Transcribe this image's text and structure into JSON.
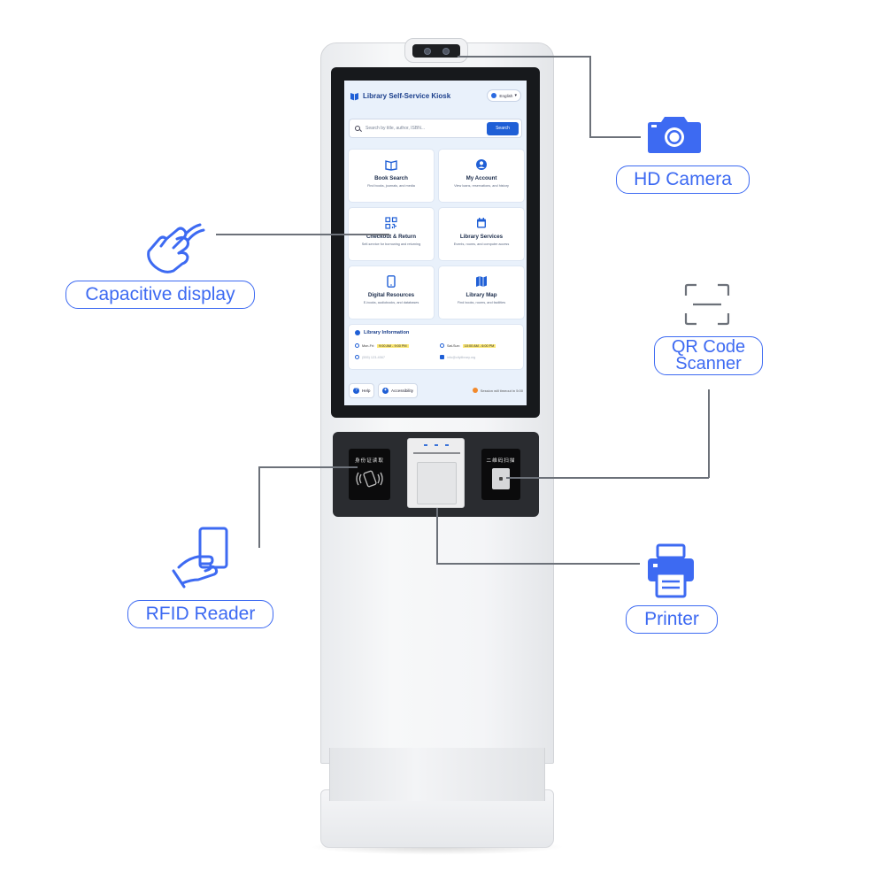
{
  "kiosk_screen": {
    "app_title": "Library Self-Service Kiosk",
    "language": "English",
    "search": {
      "placeholder": "Search by title, author, ISBN...",
      "button_label": "Search"
    },
    "tiles": [
      {
        "title": "Book Search",
        "description": "Find books, journals, and media",
        "icon": "book-icon"
      },
      {
        "title": "My Account",
        "description": "View loans, reservations, and history",
        "icon": "user-icon"
      },
      {
        "title": "Checkout & Return",
        "description": "Self-service for borrowing and returning",
        "icon": "qr-code-icon"
      },
      {
        "title": "Library Services",
        "description": "Events, rooms, and computer access",
        "icon": "calendar-icon"
      },
      {
        "title": "Digital Resources",
        "description": "E-books, audiobooks, and databases",
        "icon": "tablet-icon"
      },
      {
        "title": "Library Map",
        "description": "Find books, rooms, and facilities",
        "icon": "map-icon"
      }
    ],
    "info": {
      "title": "Library Information",
      "weekday_label": "Mon-Fri:",
      "weekday_hours": "9:00 AM - 9:00 PM",
      "weekend_label": "Sat-Sun:",
      "weekend_hours": "10:00 AM - 6:00 PM",
      "phone": "(555) 123-4567",
      "email": "info@citylibrary.org"
    },
    "footer": {
      "help_label": "Help",
      "accessibility_label": "Accessibility",
      "timeout_text": "Session will timeout in 5:00"
    }
  },
  "hardware": {
    "rfid_panel_label": "身份证读取",
    "qr_panel_label": "二维码扫描"
  },
  "callouts": {
    "camera": "HD Camera",
    "display": "Capacitive display",
    "qr_line1": "QR Code",
    "qr_line2": "Scanner",
    "rfid": "RFID Reader",
    "printer": "Printer"
  },
  "colors": {
    "accent": "#3d6af2",
    "screen_primary": "#1f5fd6",
    "leader_line": "#6c7179"
  }
}
